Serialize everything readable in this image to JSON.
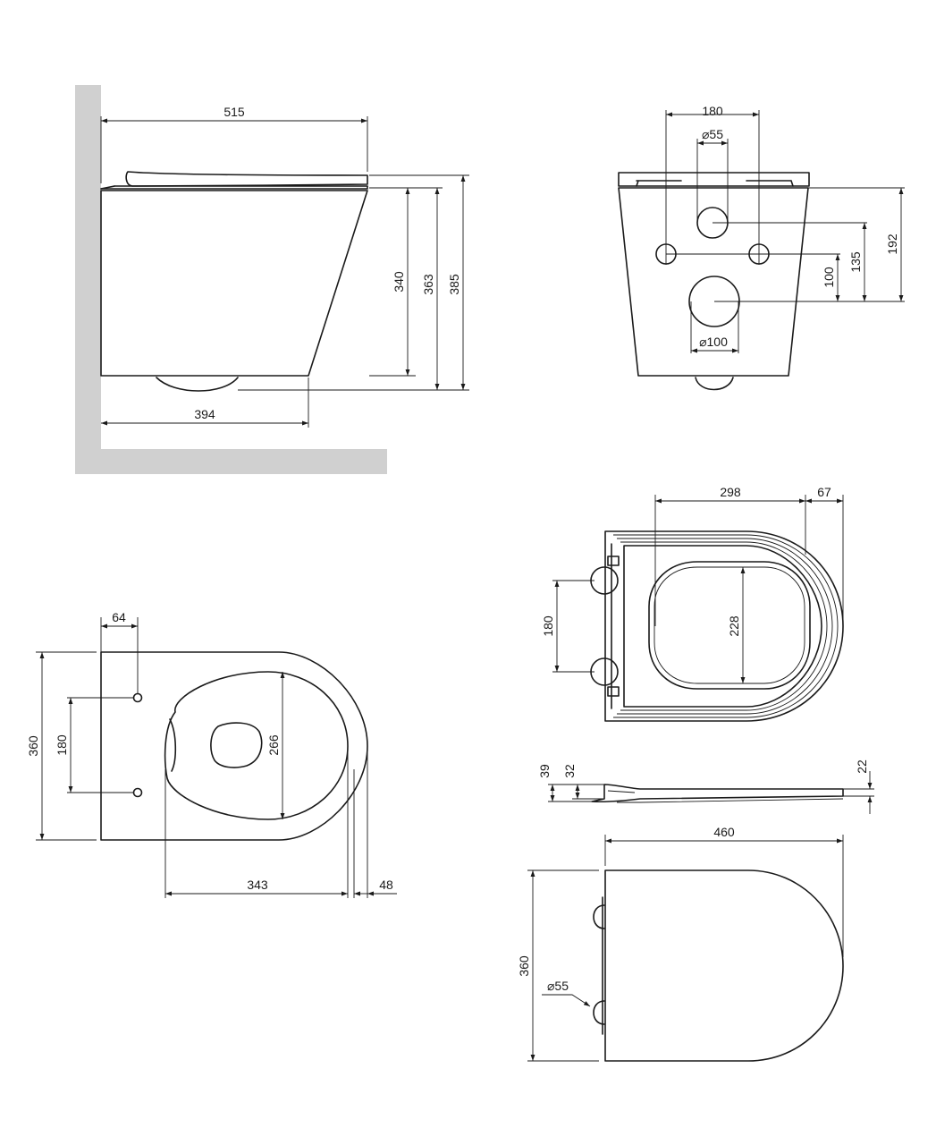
{
  "side_view": {
    "width_top": "515",
    "height_bowl": "340",
    "height_mid": "363",
    "height_total": "385",
    "width_base": "394"
  },
  "rear_view": {
    "bolt_spacing": "180",
    "inlet_diameter": "⌀55",
    "outlet_diameter": "⌀100",
    "outlet_height": "100",
    "bolt_height": "135",
    "inlet_height": "192"
  },
  "top_view": {
    "hole_offset": "64",
    "width": "360",
    "hole_spacing": "180",
    "opening_length": "266",
    "rim_to_front": "343",
    "front_lip": "48"
  },
  "seat_plan": {
    "inner_length": "298",
    "front_overhang": "67",
    "hinge_spacing": "180",
    "opening_width": "228"
  },
  "seat_profile": {
    "total_height": "39",
    "hinge_height": "32",
    "lid_thickness": "22"
  },
  "lid_plan": {
    "length": "460",
    "width": "360",
    "hinge_diameter": "⌀55"
  }
}
